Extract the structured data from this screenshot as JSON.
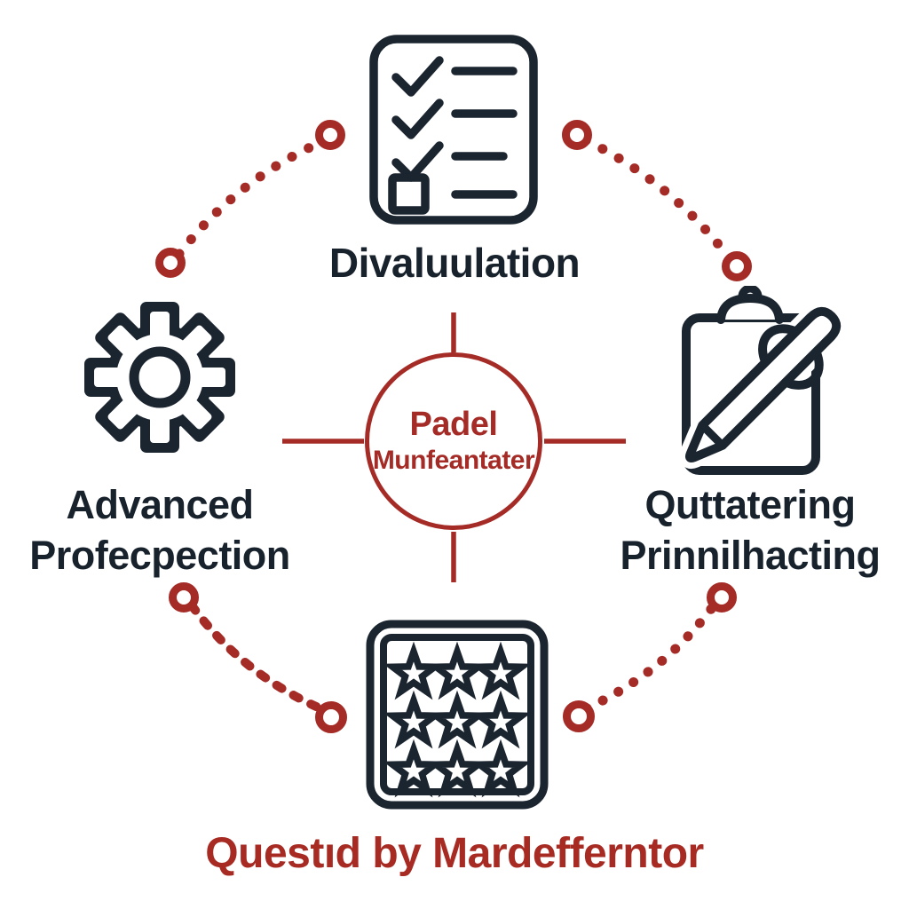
{
  "colors": {
    "accent_red": "#a52b26",
    "ink_navy": "#1b2530",
    "background": "#ffffff"
  },
  "center": {
    "line1": "Padel",
    "line2": "Munfeantater"
  },
  "nodes": {
    "top": {
      "icon": "checklist-icon",
      "label": "Divaluulation"
    },
    "left": {
      "icon": "gear-icon",
      "label_line1": "Advanced",
      "label_line2": "Profecpection"
    },
    "right": {
      "icon": "clipboard-pen-icon",
      "label_line1": "Quttatering",
      "label_line2": "Prinnilhacting"
    },
    "bottom": {
      "icon": "star-grid-icon"
    }
  },
  "caption": {
    "text": "Questıd by Mardefferntor"
  }
}
